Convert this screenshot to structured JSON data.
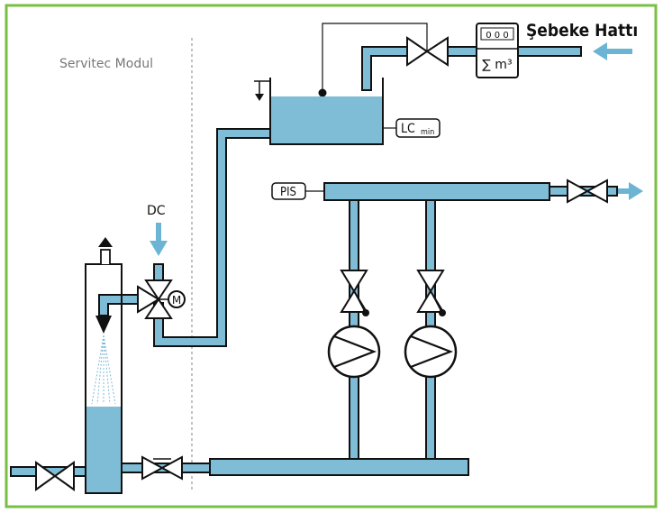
{
  "labels": {
    "module": "Servitec Modul",
    "network_line": "Şebeke Hattı",
    "level_switch_main": "LC",
    "level_switch_sub": "min",
    "pressure_switch": "PIS",
    "dc": "DC",
    "motor": "M",
    "meter_digits": "0 0 0",
    "meter_unit": "∑ m³"
  },
  "colors": {
    "frame": "#78c043",
    "pipe_fill": "#7fbcd6",
    "water": "#7fbcd6",
    "arrow": "#6bb4d3",
    "stroke": "#111111",
    "divider": "#999999"
  }
}
